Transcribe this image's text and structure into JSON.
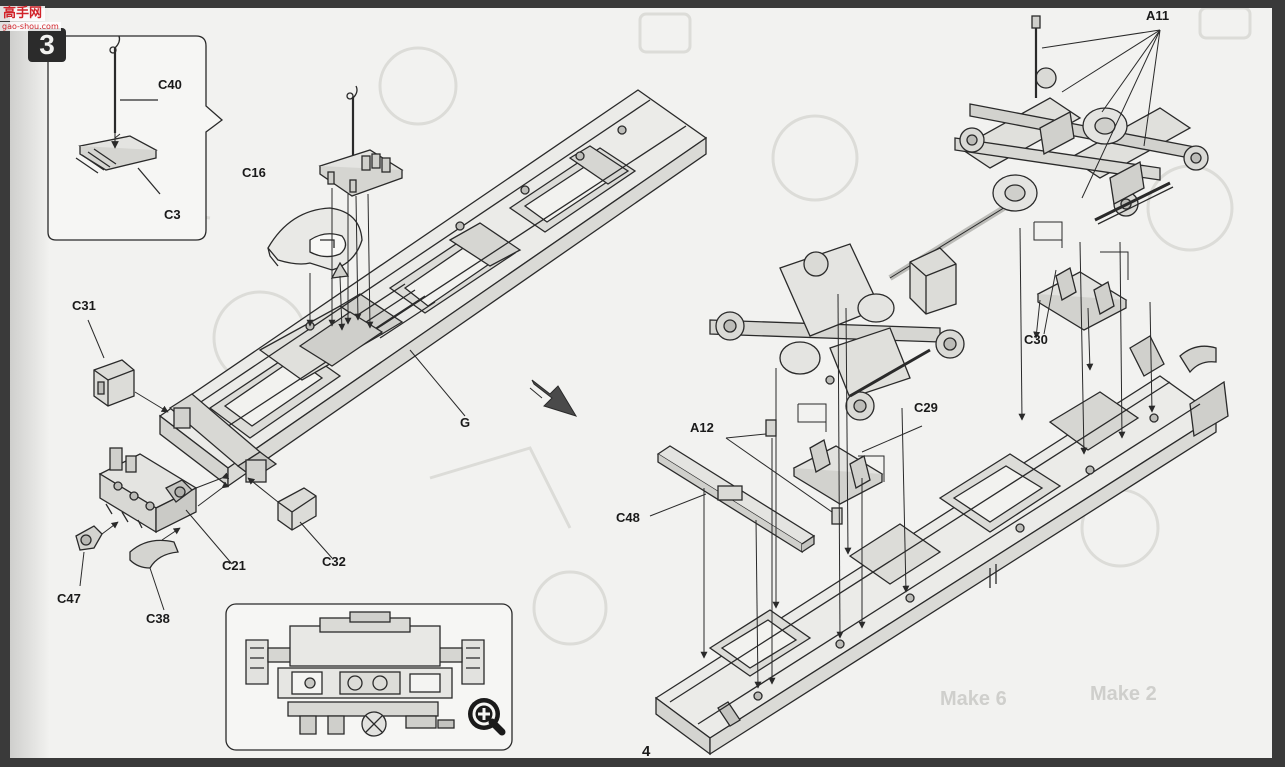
{
  "watermark": {
    "brand": "高手网",
    "site": "gao-shou.com"
  },
  "step": {
    "number": "3"
  },
  "page_number": "4",
  "parts": {
    "c40": "C40",
    "c3": "C3",
    "c16": "C16",
    "c31": "C31",
    "g": "G",
    "c21": "C21",
    "c32": "C32",
    "c47": "C47",
    "c38": "C38",
    "a11": "A11",
    "c30": "C30",
    "c29": "C29",
    "a12": "A12",
    "c48": "C48"
  },
  "bleed_through": {
    "text1": "Make 2",
    "text2": "Make 6"
  },
  "colors": {
    "line": "#2a2a2a",
    "page": "#f2f2f0",
    "watermark": "#d1232a"
  },
  "icons": {
    "zoom": "magnify-plus-icon",
    "direction": "down-arrow-icon"
  }
}
